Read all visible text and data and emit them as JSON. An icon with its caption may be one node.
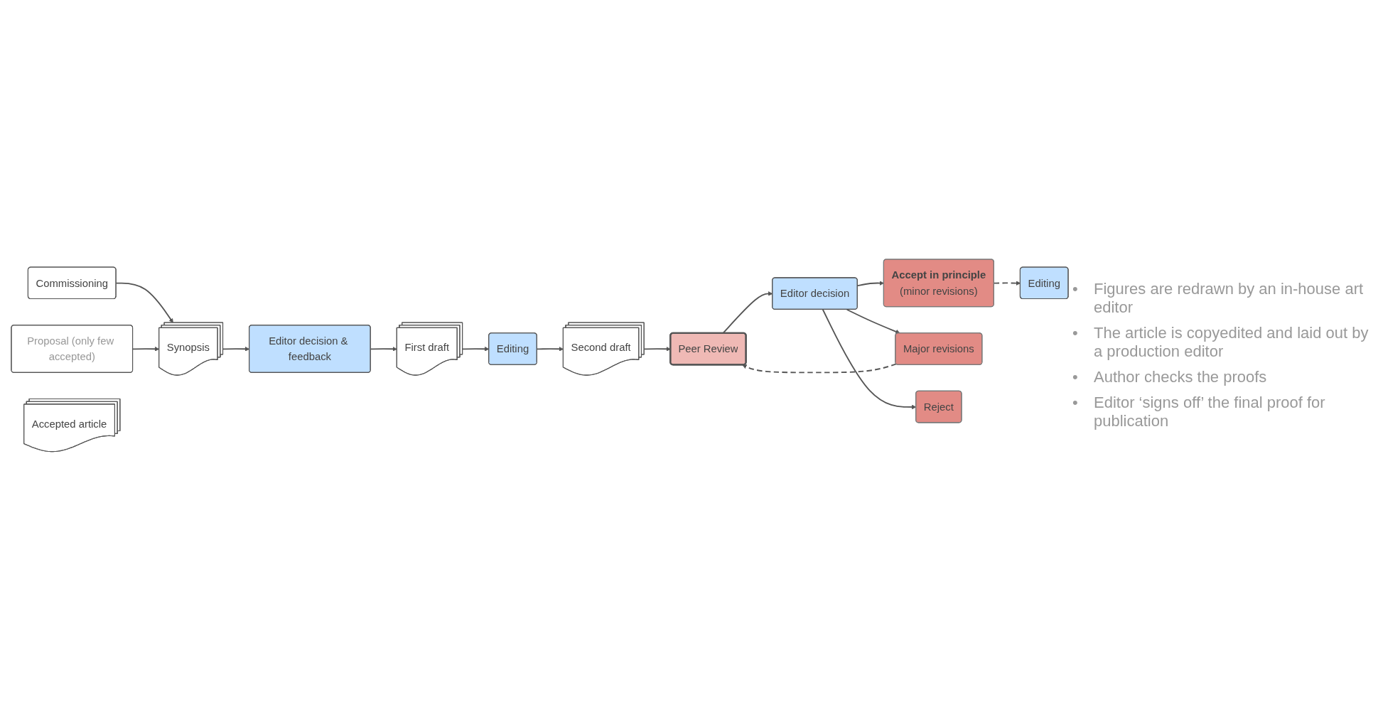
{
  "diagram": {
    "nodes": [
      {
        "text": [
          "Commissioning"
        ]
      },
      {
        "text": [
          "Editor decision & feedback"
        ]
      },
      {
        "text": [
          "Editing"
        ]
      },
      {
        "text": [
          "Peer Review"
        ]
      },
      {
        "text": [
          "Editor decision"
        ]
      },
      {
        "text": [
          "Accept in principle",
          "(minor revisions)"
        ]
      },
      {
        "text": [
          "Major revisions"
        ]
      },
      {
        "text": [
          "Reject"
        ]
      },
      {
        "text": [
          "Synopsis"
        ]
      },
      {
        "text": [
          "First draft"
        ]
      },
      {
        "text": [
          "Second draft"
        ]
      },
      {
        "text": [
          "Proposal (only few accepted)"
        ]
      },
      {
        "text": [
          "Accepted article"
        ]
      },
      {
        "text": [
          "Editing"
        ]
      }
    ],
    "edges": [
      {
        "from": 0,
        "to": 8,
        "arrow": "to"
      },
      {
        "from": 8,
        "to": 1,
        "arrow": "to"
      },
      {
        "from": 1,
        "to": 9,
        "arrow": "to"
      },
      {
        "from": 9,
        "to": 2,
        "arrow": "to"
      },
      {
        "from": 2,
        "to": 10,
        "arrow": "to"
      },
      {
        "from": 10,
        "to": 3,
        "arrow": "to"
      },
      {
        "from": 3,
        "to": 4,
        "arrow": "to"
      },
      {
        "from": 4,
        "to": 5,
        "arrow": "to"
      },
      {
        "from": 4,
        "to": 6,
        "arrow": "to"
      },
      {
        "from": 4,
        "to": 7,
        "arrow": "to"
      },
      {
        "from": 11,
        "to": 8,
        "arrow": "to"
      },
      {
        "from": 6,
        "to": 3,
        "arrow": "to",
        "style": "dashed"
      },
      {
        "from": 5,
        "to": 13,
        "arrow": "to",
        "style": "dashed"
      }
    ],
    "labels": [
      "•",
      "Figures are redrawn by an in-house art editor",
      "•",
      "The article is copyedited and laid out by a production editor",
      "•",
      "Author checks the proofs",
      "•",
      "Editor ‘signs off’ the final proof for publication"
    ]
  }
}
